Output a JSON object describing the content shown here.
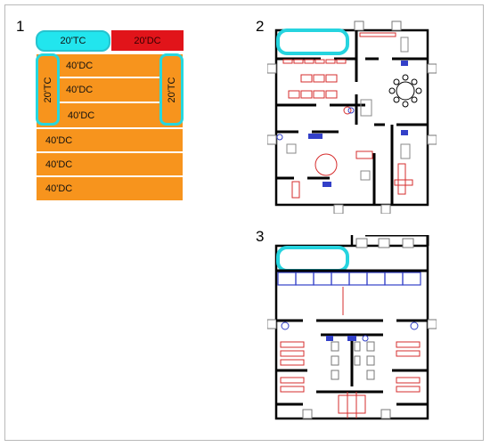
{
  "panels": [
    {
      "number": "1"
    },
    {
      "number": "2"
    },
    {
      "number": "3"
    }
  ],
  "layout1": {
    "top_row": [
      {
        "label": "20'TC"
      },
      {
        "label": "20'DC"
      }
    ],
    "stacked_dc_upper": [
      {
        "label": "40'DC"
      },
      {
        "label": "40'DC"
      },
      {
        "label": "40'DC"
      }
    ],
    "vertical_tc": [
      {
        "label": "20'TC"
      },
      {
        "label": "20'TC"
      }
    ],
    "stacked_dc_lower": [
      {
        "label": "40'DC"
      },
      {
        "label": "40'DC"
      },
      {
        "label": "40'DC"
      }
    ]
  },
  "colors": {
    "dc40": "#f7941d",
    "tc20": "#22e5ee",
    "dc20": "#e1141a",
    "wall": "#000000",
    "furniture_red": "#d62c2c",
    "fixture_blue": "#3340c8"
  }
}
